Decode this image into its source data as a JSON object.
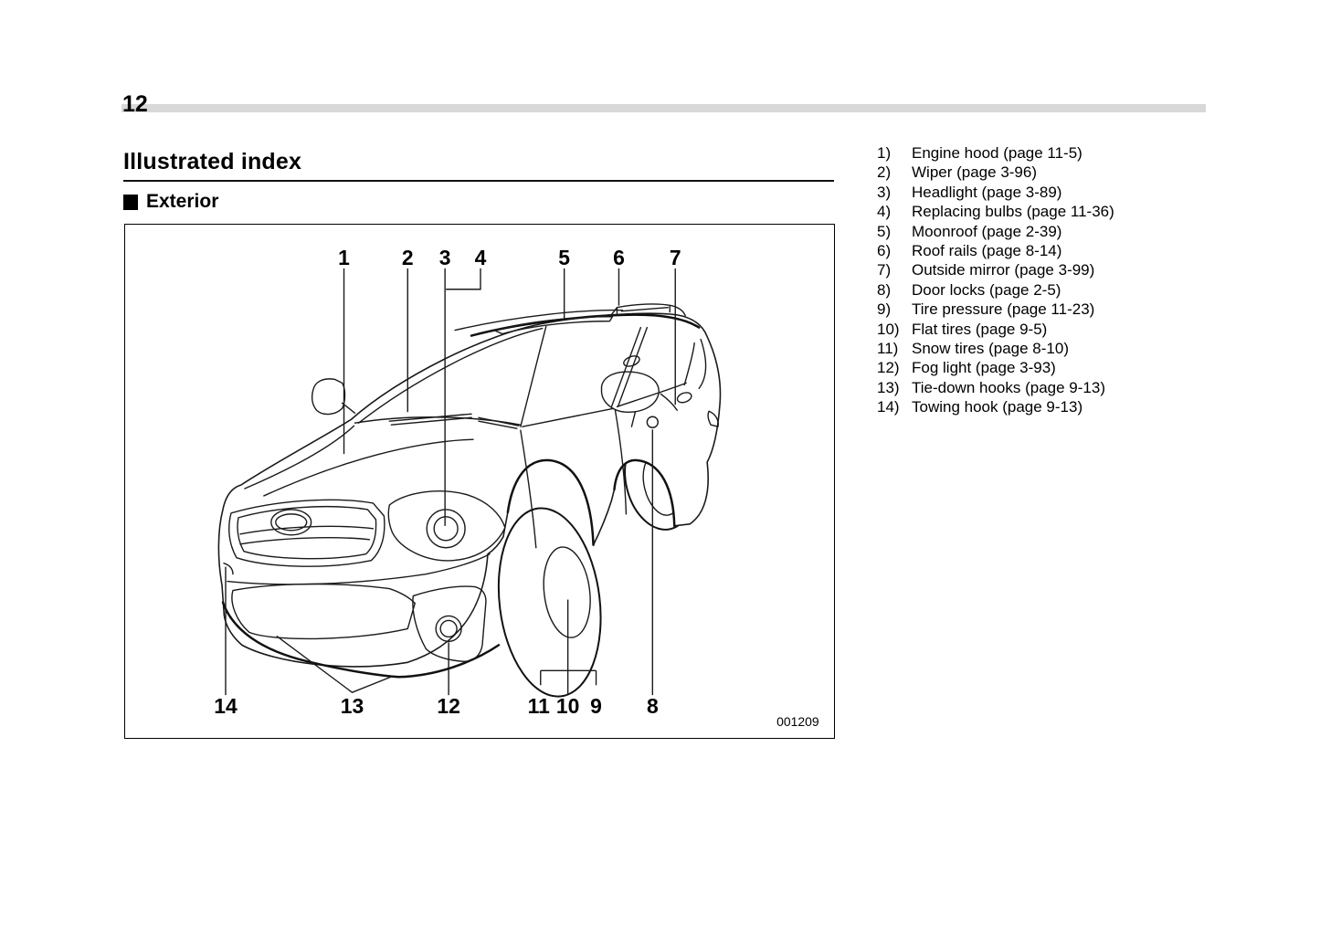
{
  "page": {
    "number": "12"
  },
  "header": {
    "title": "Illustrated index",
    "section": "Exterior"
  },
  "colors": {
    "header_bar": "#d8d8d8",
    "line_art": "#1a1a1a"
  },
  "figure": {
    "code": "001209",
    "callouts": {
      "c1": "1",
      "c2": "2",
      "c3": "3",
      "c4": "4",
      "c5": "5",
      "c6": "6",
      "c7": "7",
      "c8": "8",
      "c9": "9",
      "c10": "10",
      "c11": "11",
      "c12": "12",
      "c13": "13",
      "c14": "14"
    }
  },
  "legend": {
    "items": [
      {
        "num": "1)",
        "label": "Engine hood (page 11-5)"
      },
      {
        "num": "2)",
        "label": "Wiper (page 3-96)"
      },
      {
        "num": "3)",
        "label": "Headlight (page 3-89)"
      },
      {
        "num": "4)",
        "label": "Replacing bulbs (page 11-36)"
      },
      {
        "num": "5)",
        "label": "Moonroof (page 2-39)"
      },
      {
        "num": "6)",
        "label": "Roof rails (page 8-14)"
      },
      {
        "num": "7)",
        "label": "Outside mirror (page 3-99)"
      },
      {
        "num": "8)",
        "label": "Door locks (page 2-5)"
      },
      {
        "num": "9)",
        "label": "Tire pressure (page 11-23)"
      },
      {
        "num": "10)",
        "label": "Flat tires (page 9-5)"
      },
      {
        "num": "11)",
        "label": "Snow tires (page 8-10)"
      },
      {
        "num": "12)",
        "label": "Fog light (page 3-93)"
      },
      {
        "num": "13)",
        "label": "Tie-down hooks (page 9-13)"
      },
      {
        "num": "14)",
        "label": "Towing hook (page 9-13)"
      }
    ]
  }
}
